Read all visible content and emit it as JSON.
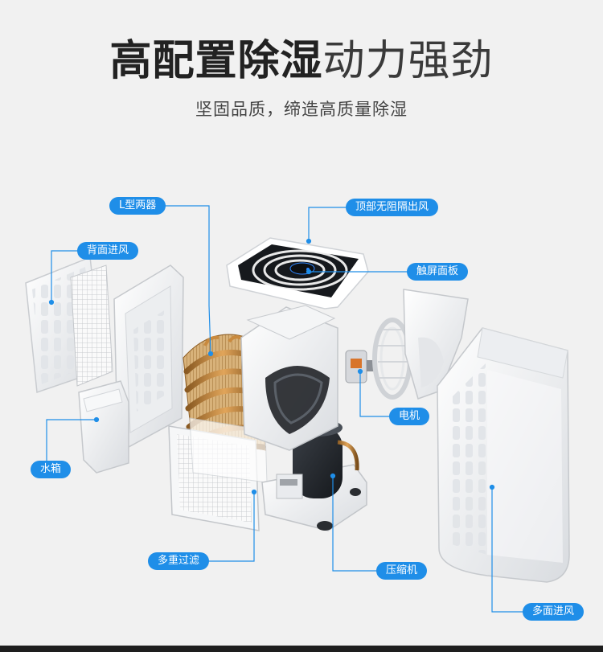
{
  "headline": {
    "bold_part": "高配置除湿",
    "light_part": "动力强劲"
  },
  "subheadline": "坚固品质，缔造高质量除湿",
  "callouts": {
    "l_type_exchanger": "L型两器",
    "top_outlet": "顶部无阻隔出风",
    "back_inlet": "背面进风",
    "touch_panel": "触屏面板",
    "water_tank": "水箱",
    "motor": "电机",
    "filter": "多重过滤",
    "compressor": "压缩机",
    "side_inlet": "多面进风"
  },
  "colors": {
    "accent": "#1f8ee8",
    "background": "#f1f1f1",
    "copper": "#c98a3e"
  }
}
